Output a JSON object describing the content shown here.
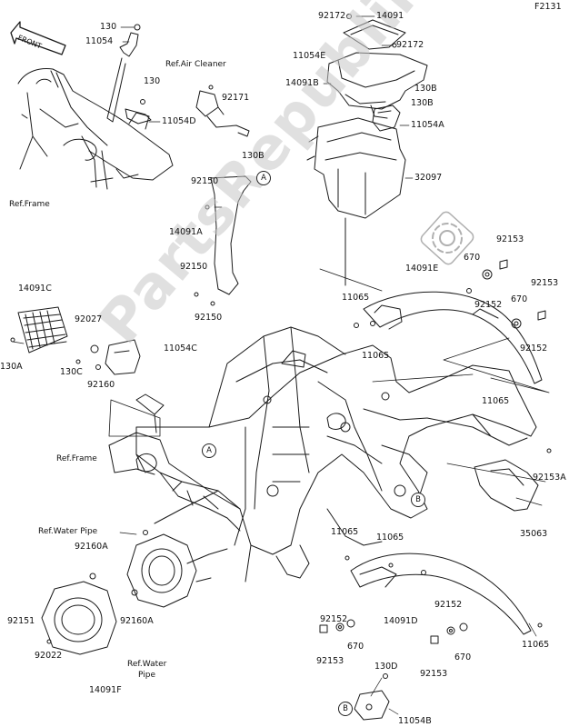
{
  "figure_code": "F2131",
  "watermark": "PartsRepublik",
  "front_arrow": "FRONT",
  "refs": {
    "frame_top": "Ref.Frame",
    "air_cleaner": "Ref.Air Cleaner",
    "frame_mid": "Ref.Frame",
    "water_pipe_top": "Ref.Water Pipe",
    "water_pipe_bottom_1": "Ref.Water",
    "water_pipe_bottom_2": "Pipe"
  },
  "callouts": {
    "a": "A",
    "b": "B"
  },
  "parts": {
    "p130_top": "130",
    "p11054_top": "11054",
    "p130_mid": "130",
    "p11054D": "11054D",
    "p92171": "92171",
    "p130B_left": "130B",
    "p92150_1": "92150",
    "p14091A": "14091A",
    "p92150_2": "92150",
    "p92150_3": "92150",
    "p92172_left": "92172",
    "p14091": "14091",
    "p11054E": "11054E",
    "p92172_right": "92172",
    "p14091B": "14091B",
    "p130B_r1": "130B",
    "p130B_r2": "130B",
    "p11054A": "11054A",
    "p32097": "32097",
    "p92153_1": "92153",
    "p14091E": "14091E",
    "p670_1": "670",
    "p92153_2": "92153",
    "p11065_1": "11065",
    "p92152_1": "92152",
    "p670_2": "670",
    "p11065_2": "11065",
    "p92152_2": "92152",
    "p11065_3": "11065",
    "p14091C": "14091C",
    "p92027": "92027",
    "p130A": "130A",
    "p130C": "130C",
    "p92160": "92160",
    "p11054C": "11054C",
    "p92153A": "92153A",
    "p35063": "35063",
    "p92160A_top": "92160A",
    "p11065_4": "11065",
    "p11065_5": "11065",
    "p92151": "92151",
    "p92160A_bottom": "92160A",
    "p92152_3": "92152",
    "p14091D": "14091D",
    "p92152_4": "92152",
    "p670_3": "670",
    "p670_4": "670",
    "p92153_3": "92153",
    "p92153_4": "92153",
    "p11065_6": "11065",
    "p92022": "92022",
    "p14091F": "14091F",
    "p130D": "130D",
    "p11054B": "11054B"
  }
}
